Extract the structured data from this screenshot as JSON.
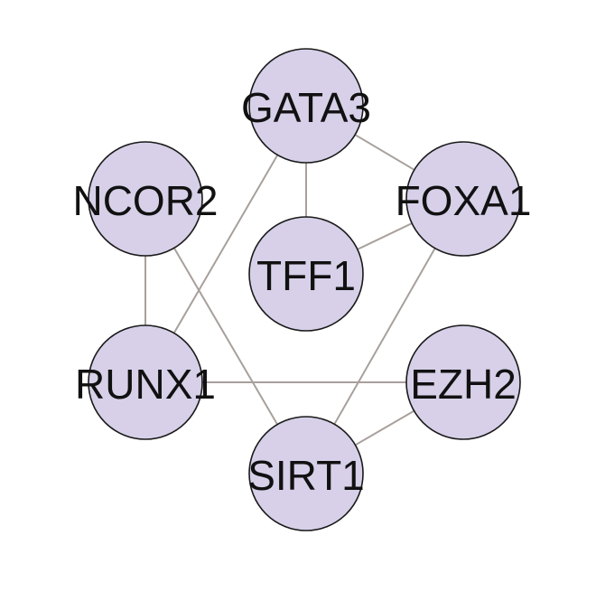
{
  "network": {
    "nodes": [
      {
        "id": "GATA3",
        "label": "GATA3"
      },
      {
        "id": "NCOR2",
        "label": "NCOR2"
      },
      {
        "id": "FOXA1",
        "label": "FOXA1"
      },
      {
        "id": "TFF1",
        "label": "TFF1"
      },
      {
        "id": "RUNX1",
        "label": "RUNX1"
      },
      {
        "id": "EZH2",
        "label": "EZH2"
      },
      {
        "id": "SIRT1",
        "label": "SIRT1"
      }
    ],
    "edges": [
      {
        "source": "GATA3",
        "target": "FOXA1"
      },
      {
        "source": "GATA3",
        "target": "TFF1"
      },
      {
        "source": "GATA3",
        "target": "RUNX1"
      },
      {
        "source": "FOXA1",
        "target": "TFF1"
      },
      {
        "source": "FOXA1",
        "target": "SIRT1"
      },
      {
        "source": "NCOR2",
        "target": "RUNX1"
      },
      {
        "source": "NCOR2",
        "target": "SIRT1"
      },
      {
        "source": "RUNX1",
        "target": "EZH2"
      },
      {
        "source": "EZH2",
        "target": "SIRT1"
      }
    ],
    "colors": {
      "node_fill": "#d7d0e8",
      "node_stroke": "#1a1a1a",
      "edge": "#a8a09c",
      "label": "#111111"
    }
  }
}
